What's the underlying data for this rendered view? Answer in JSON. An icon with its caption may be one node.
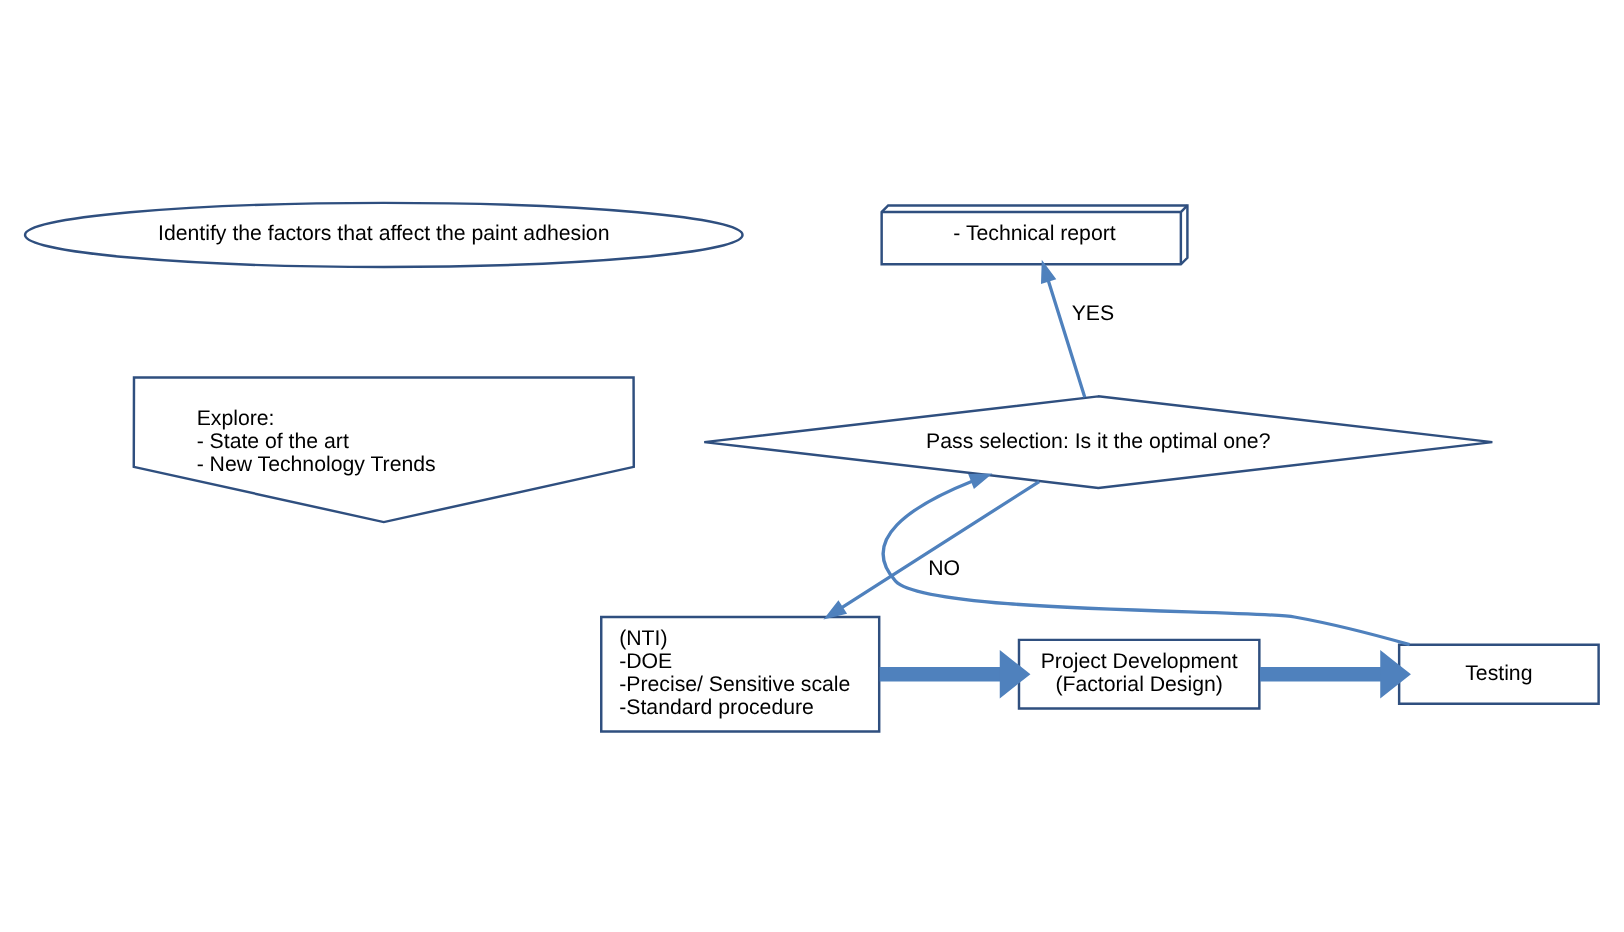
{
  "diagram": {
    "nodes": [
      {
        "text": [
          "Identify the factors that affect the paint adhesion"
        ]
      },
      {
        "text": [
          "Explore:",
          "- State of the art",
          "- New Technology Trends"
        ]
      },
      {
        "text": [
          "(NTI)",
          "-DOE",
          "-Precise/ Sensitive scale",
          "-Standard procedure"
        ]
      },
      {
        "text": [
          "Project Development",
          "(Factorial Design)"
        ]
      },
      {
        "text": [
          "Testing"
        ]
      },
      {
        "text": [
          "Pass selection: Is it the optimal one?"
        ]
      },
      {
        "text": [
          "- Technical report"
        ]
      }
    ],
    "edges": [
      {
        "from": 2,
        "to": 3,
        "arrow": "to",
        "style": "thick"
      },
      {
        "from": 3,
        "to": 4,
        "arrow": "to",
        "style": "thick"
      },
      {
        "from": 4,
        "to": 5,
        "arrow": "to"
      },
      {
        "from": 5,
        "to": 6,
        "arrow": "to",
        "label": "YES"
      },
      {
        "from": 5,
        "to": 2,
        "arrow": "to",
        "label": "NO"
      }
    ]
  }
}
